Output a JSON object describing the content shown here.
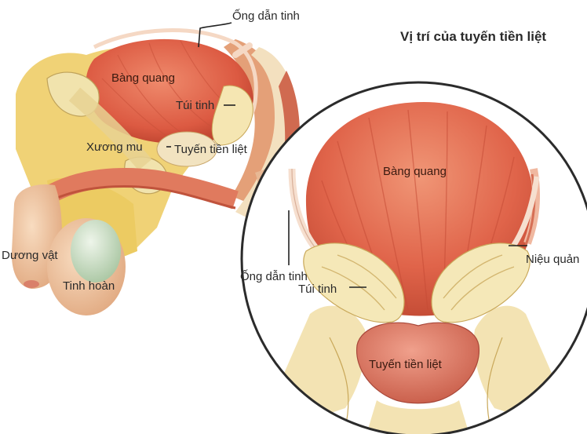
{
  "title": "Vị trí của tuyến tiền liệt",
  "side_view": {
    "labels": {
      "ong_dan_tinh": "Ống dẫn tinh",
      "bang_quang": "Bàng quang",
      "tui_tinh": "Túi tinh",
      "xuong_mu": "Xương mu",
      "tuyen_tien_liet": "Tuyến tiền liệt",
      "duong_vat": "Dương vật",
      "tinh_hoan": "Tinh hoàn"
    }
  },
  "detail_view": {
    "labels": {
      "bang_quang": "Bàng quang",
      "ong_dan_tinh": "Ống dẫn tinh",
      "tui_tinh": "Túi tinh",
      "nieu_quan": "Niệu quản",
      "tuyen_tien_liet": "Tuyến tiền liệt"
    }
  },
  "colors": {
    "muscle": "#e0604a",
    "muscle_dark": "#c24632",
    "fat": "#f0d276",
    "tissue": "#f2e2b8",
    "skin": "#f3c7a0",
    "testis": "#cfe0c8",
    "circle_stroke": "#2b2b2b",
    "prostate": "#d9705e"
  }
}
